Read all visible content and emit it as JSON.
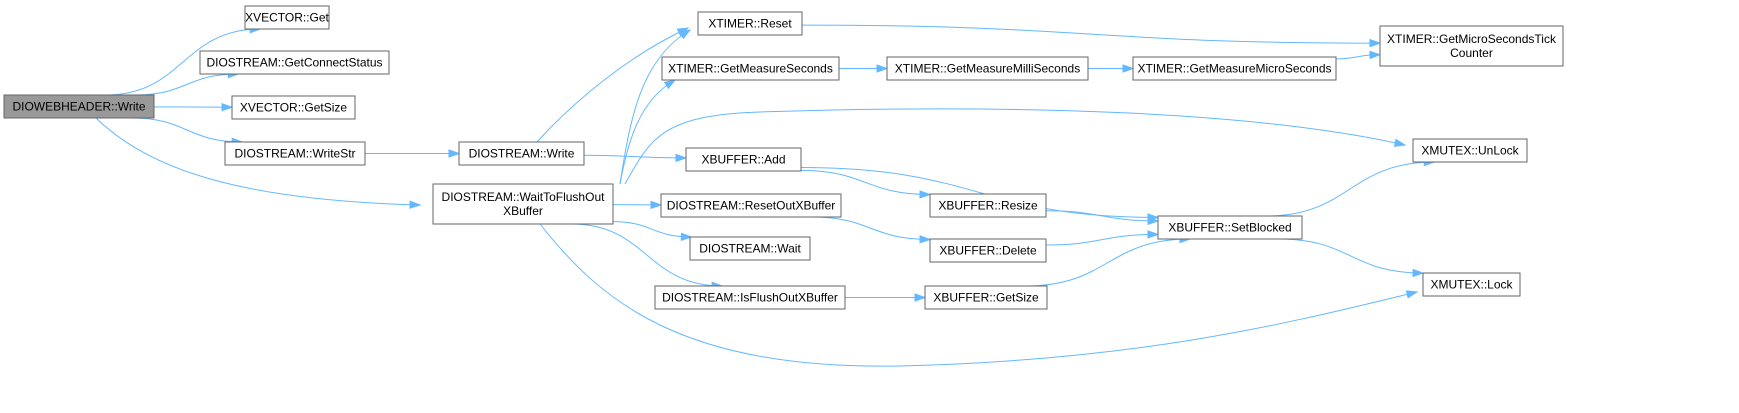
{
  "colors": {
    "edge": "#63b8ff",
    "node_border": "#666666",
    "root_fill": "#999999",
    "node_fill": "#ffffff"
  },
  "nodes": [
    {
      "id": "root",
      "lines": [
        "DIOWEBHEADER::Write"
      ],
      "root": true
    },
    {
      "id": "xv_get",
      "lines": [
        "XVECTOR::Get"
      ]
    },
    {
      "id": "ds_getconnect",
      "lines": [
        "DIOSTREAM::GetConnectStatus"
      ]
    },
    {
      "id": "xv_getsize",
      "lines": [
        "XVECTOR::GetSize"
      ]
    },
    {
      "id": "ds_writestr",
      "lines": [
        "DIOSTREAM::WriteStr"
      ]
    },
    {
      "id": "ds_write",
      "lines": [
        "DIOSTREAM::Write"
      ]
    },
    {
      "id": "ds_waitflush",
      "lines": [
        "DIOSTREAM::WaitToFlushOut",
        "XBuffer"
      ]
    },
    {
      "id": "xt_reset",
      "lines": [
        "XTIMER::Reset"
      ]
    },
    {
      "id": "xt_measuresec",
      "lines": [
        "XTIMER::GetMeasureSeconds"
      ]
    },
    {
      "id": "xt_measuremilli",
      "lines": [
        "XTIMER::GetMeasureMilliSeconds"
      ]
    },
    {
      "id": "xt_measuremicro",
      "lines": [
        "XTIMER::GetMeasureMicroSeconds"
      ]
    },
    {
      "id": "xt_tick",
      "lines": [
        "XTIMER::GetMicroSecondsTick",
        "Counter"
      ]
    },
    {
      "id": "xb_add",
      "lines": [
        "XBUFFER::Add"
      ]
    },
    {
      "id": "xm_unlock",
      "lines": [
        "XMUTEX::UnLock"
      ]
    },
    {
      "id": "ds_resetout",
      "lines": [
        "DIOSTREAM::ResetOutXBuffer"
      ]
    },
    {
      "id": "xb_resize",
      "lines": [
        "XBUFFER::Resize"
      ]
    },
    {
      "id": "xb_setblocked",
      "lines": [
        "XBUFFER::SetBlocked"
      ]
    },
    {
      "id": "ds_wait",
      "lines": [
        "DIOSTREAM::Wait"
      ]
    },
    {
      "id": "xb_delete",
      "lines": [
        "XBUFFER::Delete"
      ]
    },
    {
      "id": "ds_isflush",
      "lines": [
        "DIOSTREAM::IsFlushOutXBuffer"
      ]
    },
    {
      "id": "xb_getsize",
      "lines": [
        "XBUFFER::GetSize"
      ]
    },
    {
      "id": "xm_lock",
      "lines": [
        "XMUTEX::Lock"
      ]
    }
  ],
  "edges": [
    [
      "root",
      "xv_get"
    ],
    [
      "root",
      "ds_getconnect"
    ],
    [
      "root",
      "xv_getsize"
    ],
    [
      "root",
      "ds_writestr"
    ],
    [
      "root",
      "ds_waitflush"
    ],
    [
      "ds_writestr",
      "ds_write"
    ],
    [
      "ds_write",
      "xt_reset"
    ],
    [
      "ds_write",
      "xb_add"
    ],
    [
      "ds_waitflush",
      "xt_reset"
    ],
    [
      "ds_waitflush",
      "xt_measuresec"
    ],
    [
      "ds_waitflush",
      "xm_unlock"
    ],
    [
      "ds_waitflush",
      "ds_resetout"
    ],
    [
      "ds_waitflush",
      "ds_wait"
    ],
    [
      "ds_waitflush",
      "ds_isflush"
    ],
    [
      "ds_waitflush",
      "xm_lock"
    ],
    [
      "xt_reset",
      "xt_tick"
    ],
    [
      "xt_measuresec",
      "xt_measuremilli"
    ],
    [
      "xt_measuremilli",
      "xt_measuremicro"
    ],
    [
      "xt_measuremicro",
      "xt_tick"
    ],
    [
      "xb_add",
      "xb_resize"
    ],
    [
      "xb_add",
      "xb_setblocked"
    ],
    [
      "ds_resetout",
      "xb_delete"
    ],
    [
      "xb_resize",
      "xb_setblocked"
    ],
    [
      "xb_delete",
      "xb_setblocked"
    ],
    [
      "ds_isflush",
      "xb_getsize"
    ],
    [
      "xb_getsize",
      "xb_setblocked"
    ],
    [
      "xb_setblocked",
      "xm_unlock"
    ],
    [
      "xb_setblocked",
      "xm_lock"
    ]
  ]
}
